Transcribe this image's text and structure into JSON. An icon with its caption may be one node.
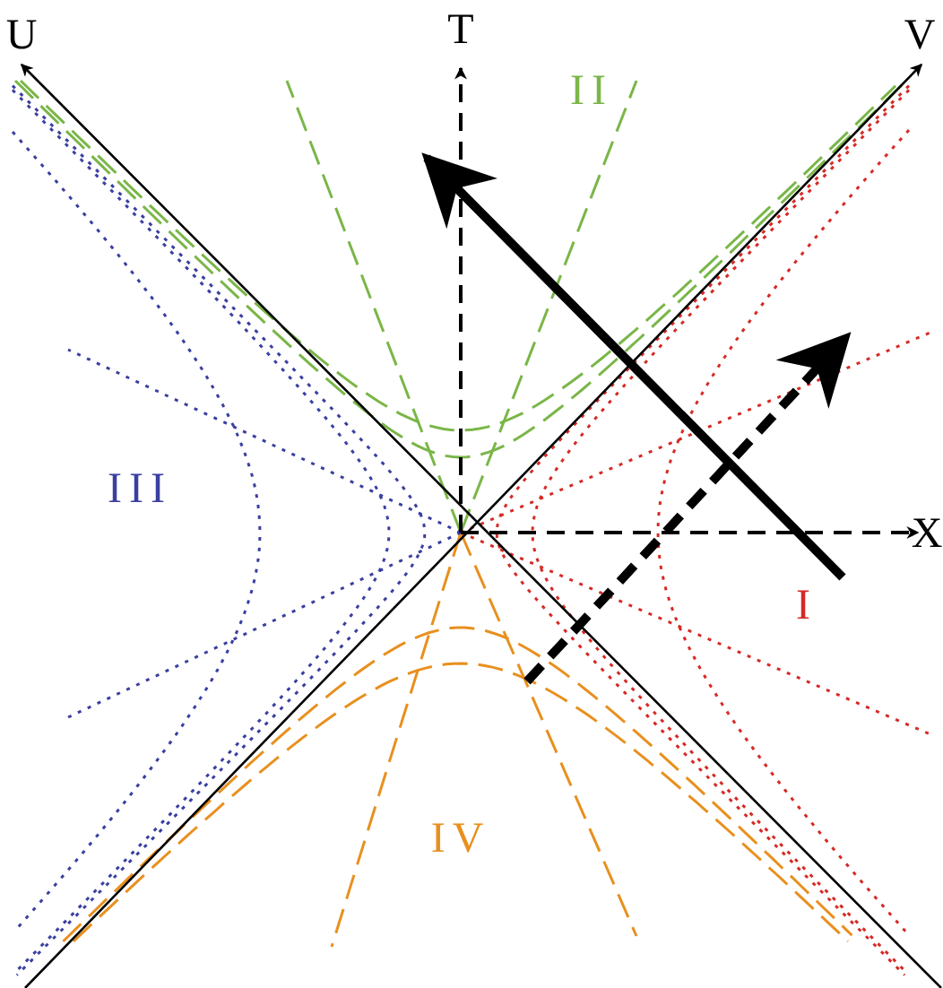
{
  "diagram": {
    "labels": [
      "U",
      "T",
      "V",
      "II",
      "III",
      "X",
      "I",
      "IV"
    ]
  }
}
